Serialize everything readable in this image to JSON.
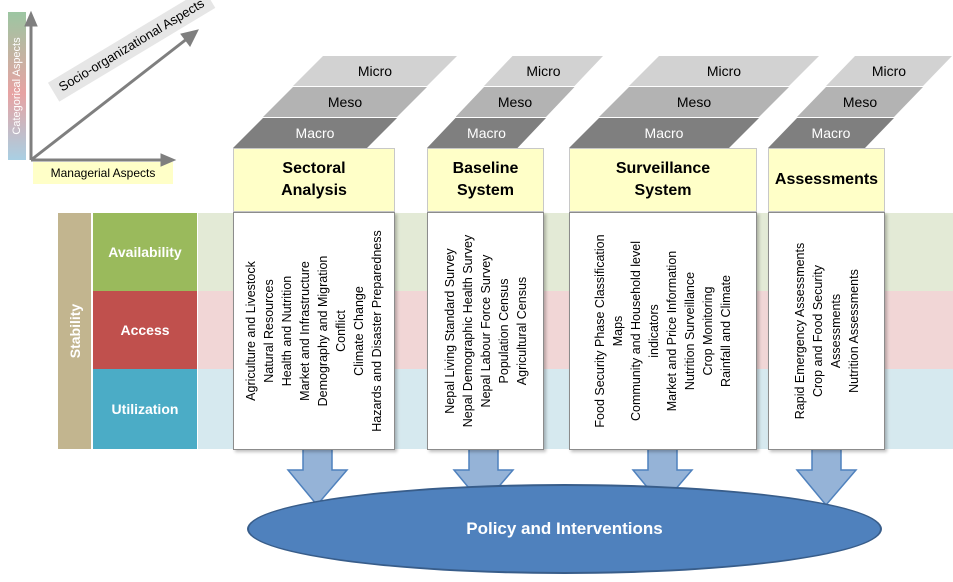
{
  "axes": {
    "vertical_label": "Categorical Aspects",
    "diagonal_label": "Socio-organizational Aspects",
    "horizontal_label": "Managerial Aspects"
  },
  "levels": {
    "micro": "Micro",
    "meso": "Meso",
    "macro": "Macro"
  },
  "stability": "Stability",
  "rows": [
    "Availability",
    "Access",
    "Utilization"
  ],
  "columns": [
    {
      "title": "Sectoral\nAnalysis",
      "items": [
        "Agriculture and Livestock",
        "Natural Resources",
        "Health and Nutrition",
        "Market and Infrastructure",
        "Demography and Migration",
        "Conflict",
        "Climate Change",
        "Hazards and Disaster Preparedness"
      ]
    },
    {
      "title": "Baseline\nSystem",
      "items": [
        "Nepal Living Standard Survey",
        "Nepal Demographic Health Survey",
        "Nepal Labour Force Survey",
        "Population Census",
        "Agricultural Census"
      ]
    },
    {
      "title": "Surveillance\nSystem",
      "items": [
        "Food Security Phase Classification",
        "Maps",
        "Community and Household level",
        "indicators",
        "Market and Price Information",
        "Nutrition Surveillance",
        "Crop Monitoring",
        "Rainfall and Climate"
      ]
    },
    {
      "title": "Assessments",
      "items": [
        "Rapid Emergency Assessments",
        "Crop and Food Security",
        "Assessments",
        "Nutrition Assessments"
      ]
    }
  ],
  "policy": "Policy and Interventions",
  "colors": {
    "availability": "#9aba5c",
    "access": "#c0504d",
    "utilization": "#4bacc6",
    "stability": "#c2b58f",
    "header_fill": "#ffffc8",
    "policy_fill": "#4f81bd"
  }
}
